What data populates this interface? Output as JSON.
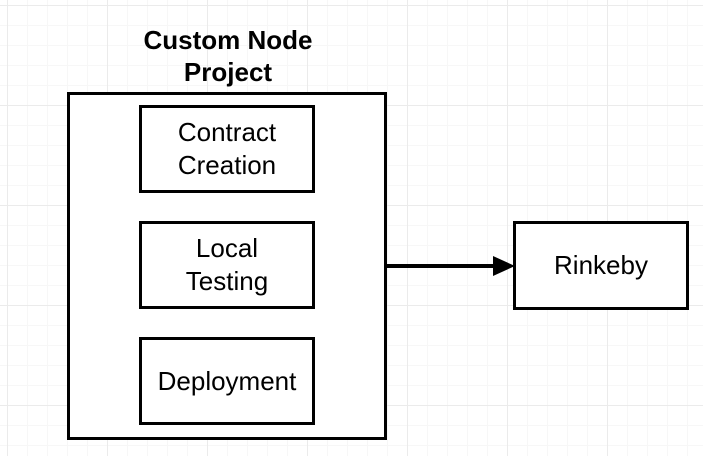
{
  "diagram": {
    "container": {
      "title": "Custom Node\nProject"
    },
    "steps": [
      {
        "label": "Contract\nCreation"
      },
      {
        "label": "Local\nTesting"
      },
      {
        "label": "Deployment"
      }
    ],
    "target": {
      "label": "Rinkeby"
    }
  }
}
